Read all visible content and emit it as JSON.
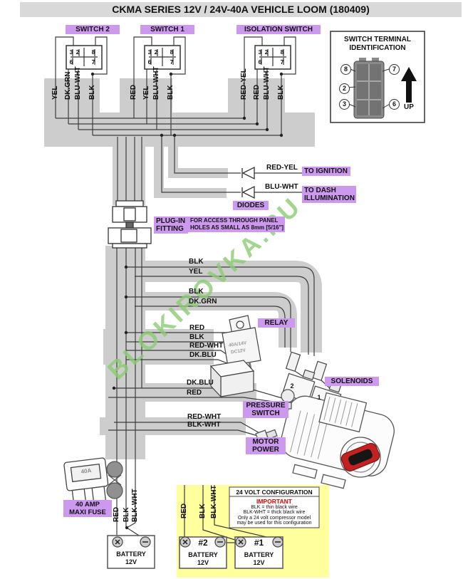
{
  "title": "CKMA SERIES 12V / 24V-40A VEHICLE LOOM (180409)",
  "watermark": "BLOKIROVKA.RU",
  "switch2": {
    "label": "SWITCH 2",
    "wires": [
      "YEL",
      "DK.GRN",
      "BLU-WHT",
      "BLK"
    ]
  },
  "switch1": {
    "label": "SWITCH 1",
    "wires": [
      "RED",
      "YEL",
      "BLU-WHT",
      "BLK"
    ]
  },
  "isolation": {
    "label": "ISOLATION SWITCH",
    "wires": [
      "RED-YEL",
      "RED",
      "BLU-WHT",
      "BLK"
    ]
  },
  "connector": {
    "n3": "3",
    "n2": "2",
    "n8": "8",
    "n6": "6",
    "n7": "7"
  },
  "terminal_box": {
    "title1": "SWITCH TERMINAL",
    "title2": "IDENTIFICATION",
    "n8": "8",
    "n7": "7",
    "n2": "2",
    "n3": "3",
    "n6": "6",
    "up": "UP"
  },
  "diodes": {
    "label": "DIODES",
    "row1": {
      "wire": "RED-YEL",
      "dest": "TO IGNITION"
    },
    "row2": {
      "wire": "BLU-WHT",
      "dest1": "TO DASH",
      "dest2": "ILLUMINATION"
    }
  },
  "plug_in": {
    "label1": "PLUG-IN",
    "label2": "FITTING",
    "note1": "FOR ACCESS THROUGH PANEL",
    "note2": "HOLES AS SMALL AS 8mm [5/16\"]"
  },
  "branch_a": {
    "wire1": "BLK",
    "wire2": "YEL"
  },
  "branch_b": {
    "wire1": "BLK",
    "wire2": "DK.GRN"
  },
  "relay": {
    "label": "RELAY",
    "mark1": "40A/14V",
    "mark2": "DC12V",
    "wire1": "RED",
    "wire2": "BLK",
    "wire3": "RED-WHT",
    "wire4": "DK.BLU"
  },
  "solenoids": {
    "label": "SOLENOIDS",
    "num2": "2",
    "num1": "1"
  },
  "pressure_switch": {
    "label1": "PRESSURE",
    "label2": "SWITCH",
    "wire1": "DK.BLU",
    "wire2": "RED"
  },
  "motor_power": {
    "label1": "MOTOR",
    "label2": "POWER",
    "wire1": "RED-WHT",
    "wire2": "BLK-WHT"
  },
  "fuse": {
    "label1": "40 AMP",
    "label2": "MAXI FUSE",
    "marking": "40A"
  },
  "battery_feed": {
    "wire1": "RED",
    "wire2": "BLK",
    "wire3": "BLK-WHT"
  },
  "battery": {
    "name": "BATTERY",
    "volt": "12V"
  },
  "config24": {
    "title": "24 VOLT CONFIGURATION",
    "important": "IMPORTANT",
    "note1": "BLK = thin black wire",
    "note2": "BLK-WHT = thick black wire",
    "note3": "Only a 24 volt compressor model",
    "note4": "may be used for this configuration",
    "wire1": "RED",
    "wire2": "BLK",
    "wire3": "BLK-WHT",
    "bat2": "#2",
    "bat1": "#1"
  }
}
